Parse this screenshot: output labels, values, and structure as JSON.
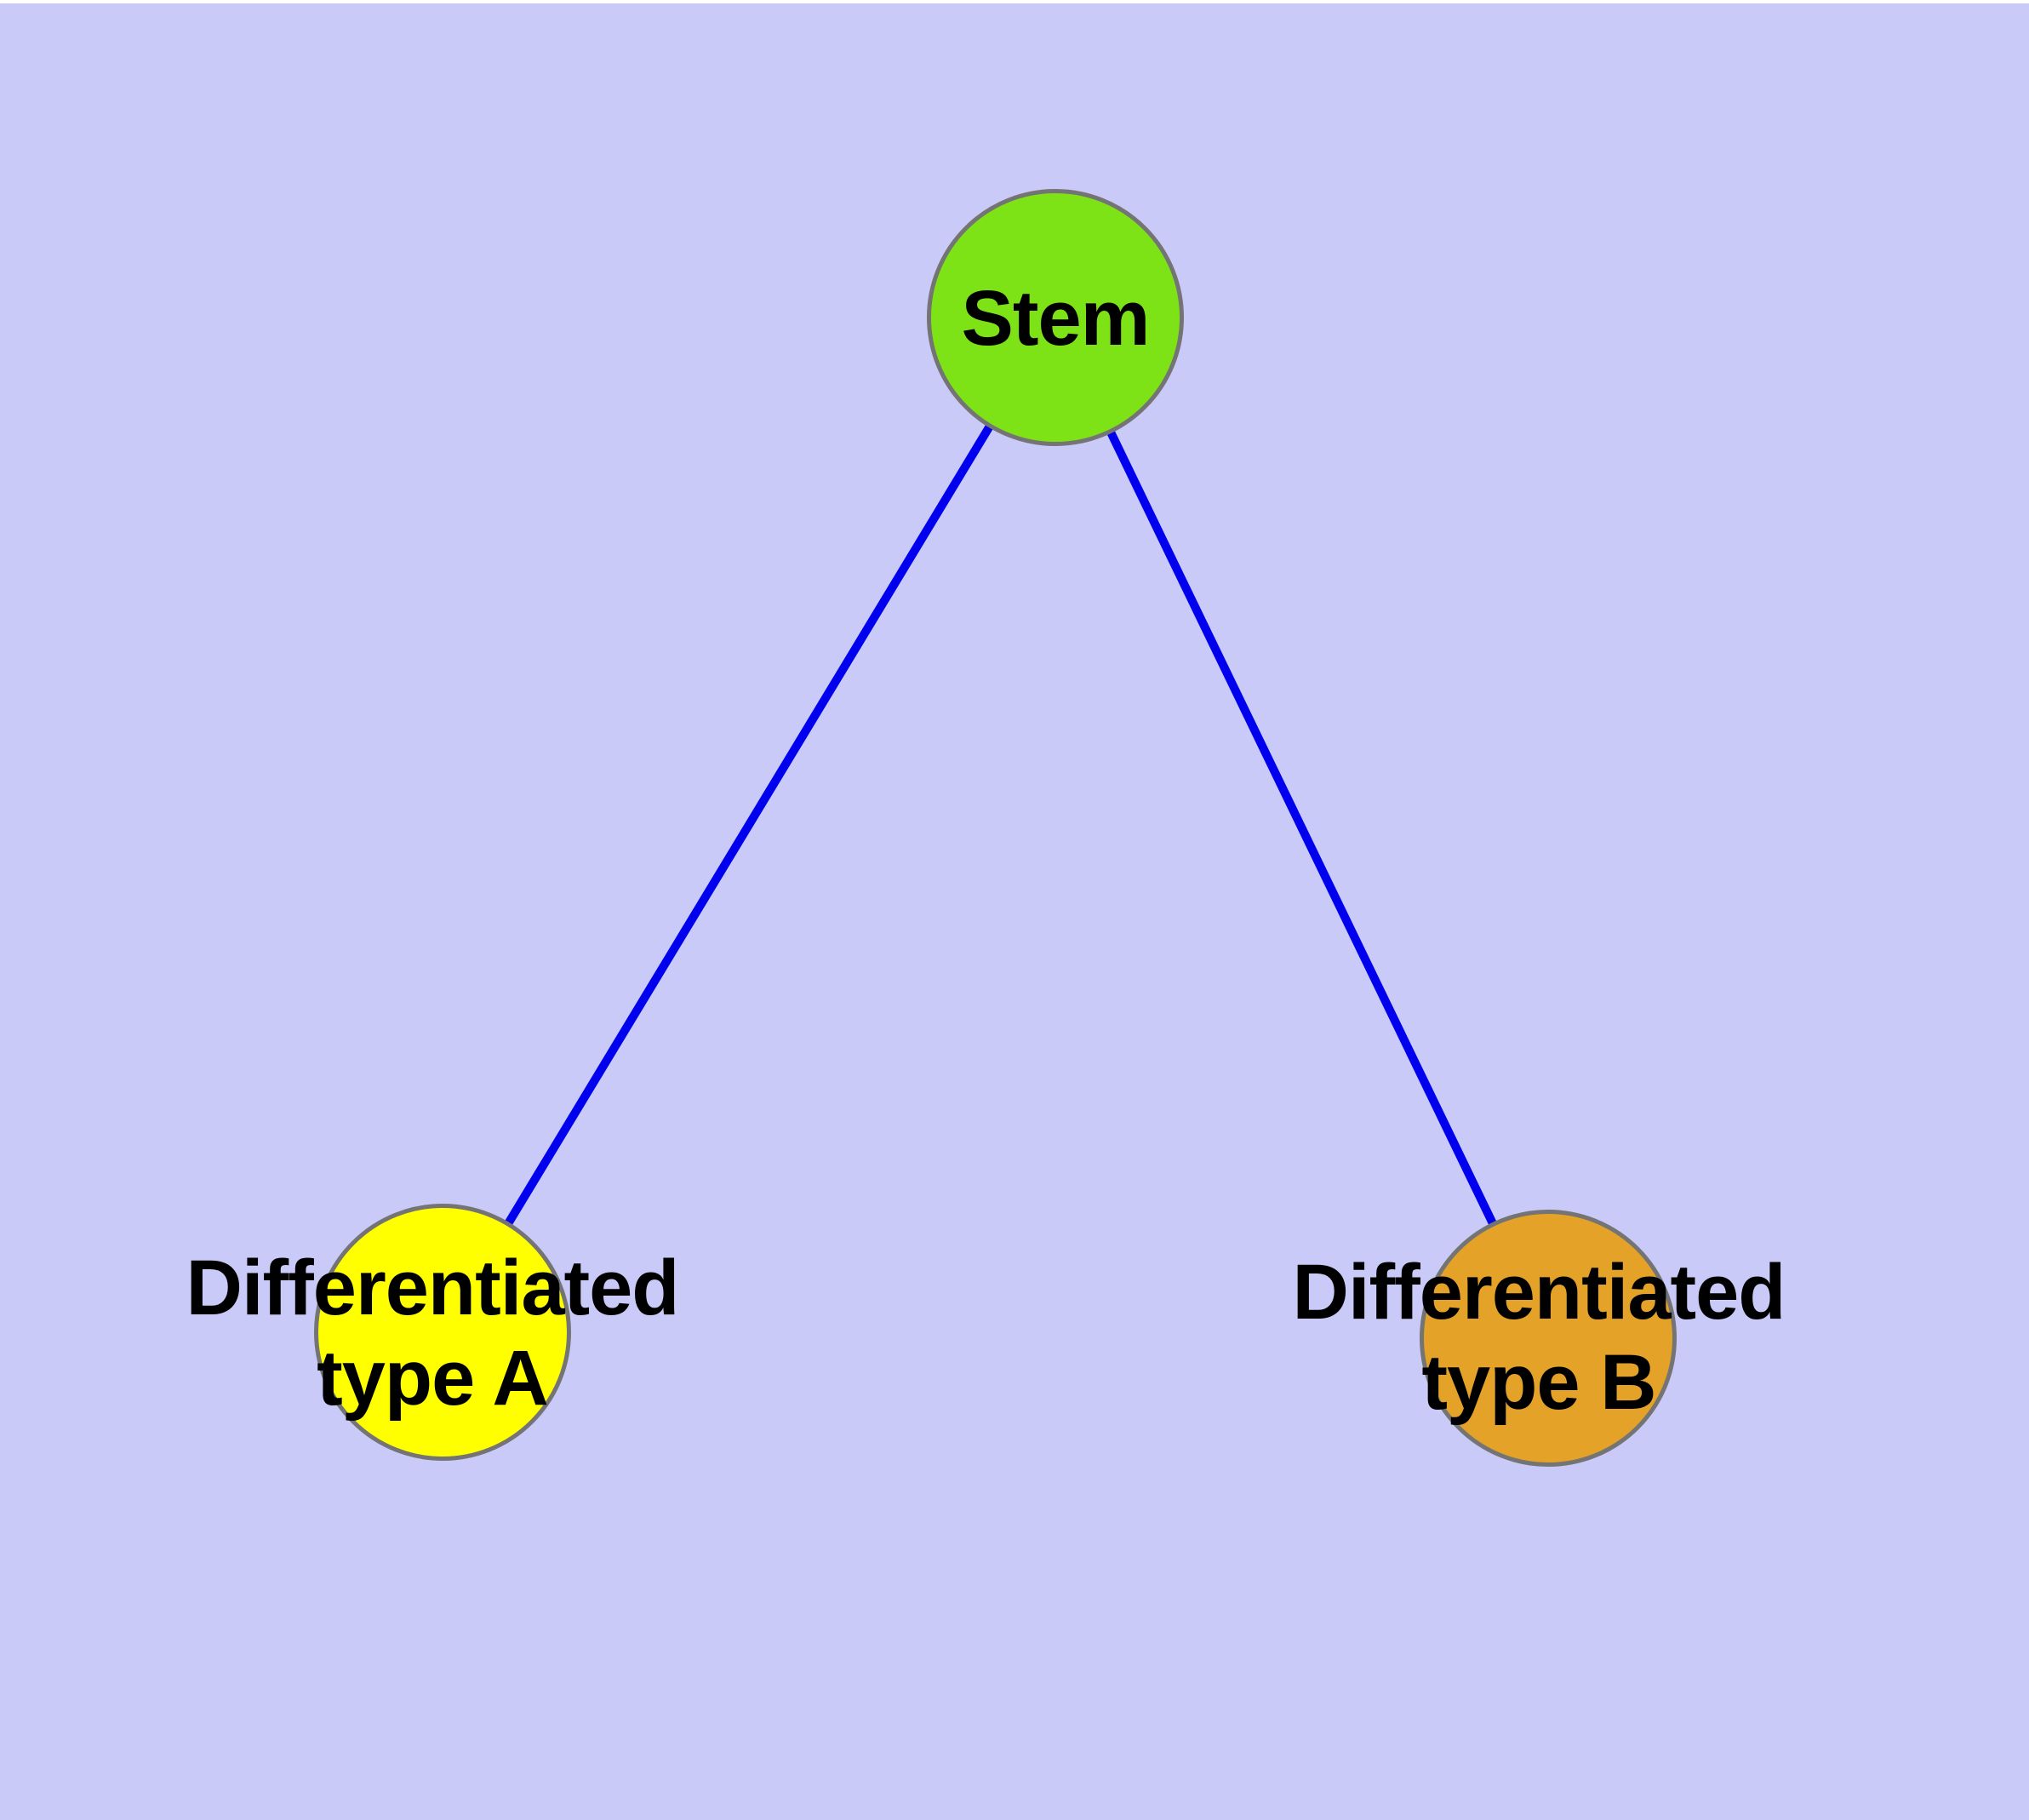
{
  "canvas": {
    "background_color": "#CACAF9",
    "top_border_color": "#FFFFFF"
  },
  "edges": {
    "color": "#0000EE",
    "items": [
      {
        "from": "Stem",
        "to": "Differentiated type A"
      },
      {
        "from": "Stem",
        "to": "Differentiated type B"
      }
    ]
  },
  "nodes": {
    "stem": {
      "label_line1": "Stem",
      "label_line2": "",
      "fill": "#7DE317",
      "border_color": "#747474"
    },
    "typeA": {
      "label_line1": "Differentiated",
      "label_line2": "type A",
      "fill": "#FFFF00",
      "border_color": "#747474"
    },
    "typeB": {
      "label_line1": "Differentiated",
      "label_line2": "type B",
      "fill": "#E4A328",
      "border_color": "#747474"
    }
  }
}
